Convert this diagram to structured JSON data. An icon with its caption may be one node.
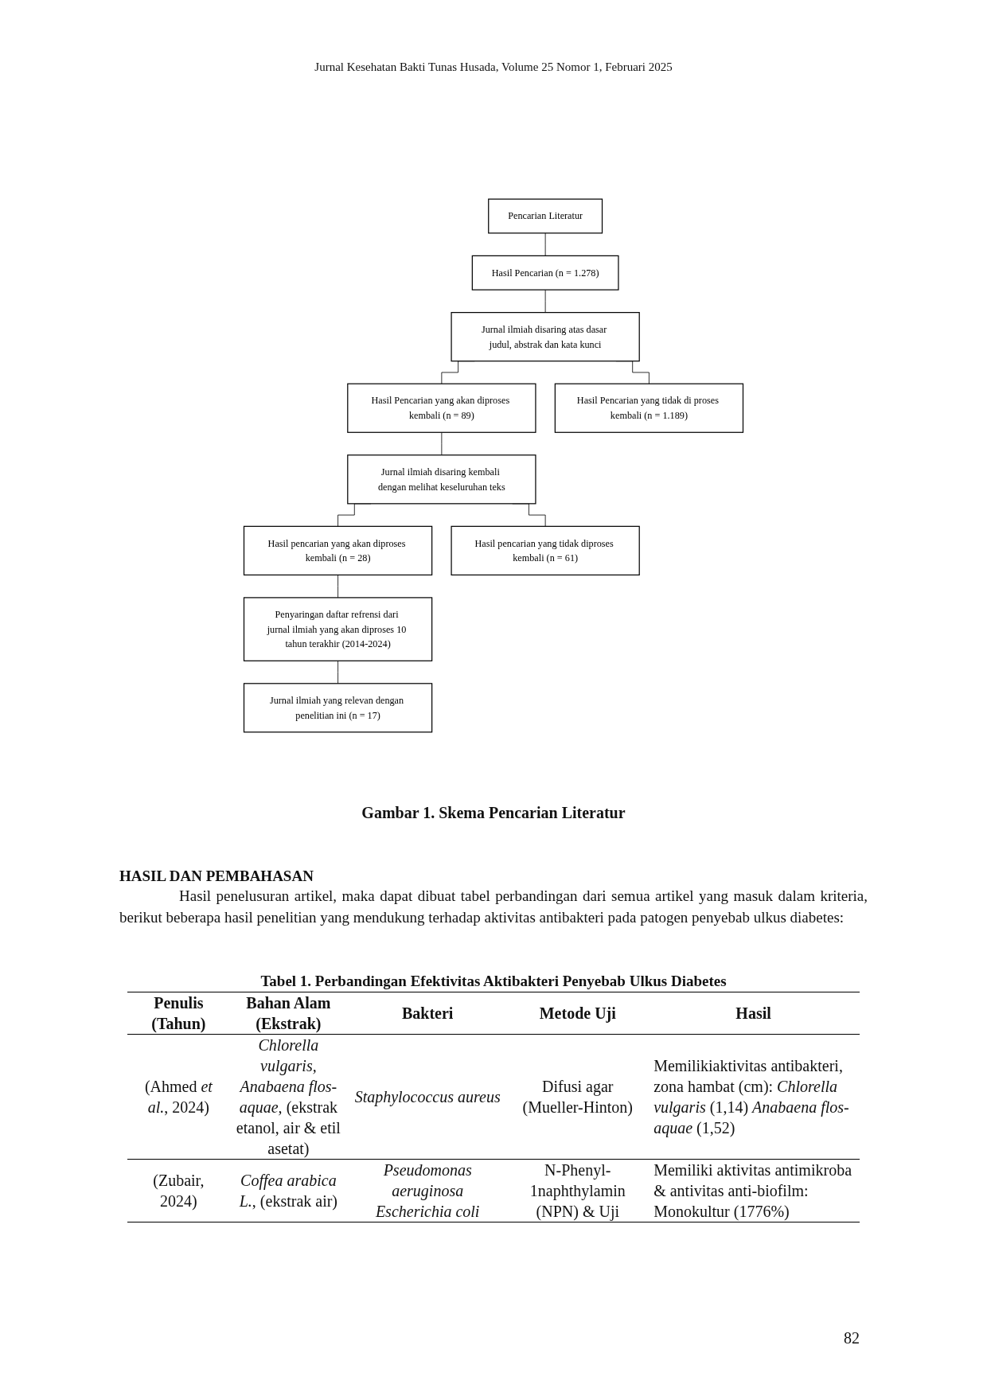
{
  "diagram": {
    "caption": "Gambar 1. Skema Pencarian Literatur",
    "nodes": [
      {
        "text": [
          "Pencarian Literatur"
        ]
      },
      {
        "text": [
          "Hasil Pencarian (n = 1.278)"
        ]
      },
      {
        "text": [
          "Jurnal ilmiah disaring atas dasar judul, abstrak dan kata kunci"
        ]
      },
      {
        "text": [
          "Hasil Pencarian yang akan diproses kembali (n = 89)"
        ]
      },
      {
        "text": [
          "Hasil Pencarian yang tidak di proses kembali (n = 1.189)"
        ]
      },
      {
        "text": [
          "Jurnal ilmiah disaring kembali dengan melihat keseluruhan teks"
        ]
      },
      {
        "text": [
          "Hasil pencarian yang akan diproses kembali (n = 28)"
        ]
      },
      {
        "text": [
          "Hasil pencarian yang tidak diproses kembali (n = 61)"
        ]
      },
      {
        "text": [
          "Penyaringan daftar refrensi dari jurnal ilmiah yang akan diproses 10 tahun terakhir (2014-2024)"
        ]
      },
      {
        "text": [
          "Jurnal ilmiah yang relevan dengan penelitian ini (n = 17)"
        ]
      }
    ],
    "edges": [
      {
        "from": 0,
        "to": 1,
        "arrow": "none"
      },
      {
        "from": 1,
        "to": 2,
        "arrow": "none"
      },
      {
        "from": 2,
        "to": 3,
        "arrow": "none"
      },
      {
        "from": 2,
        "to": 4,
        "arrow": "none"
      },
      {
        "from": 3,
        "to": 5,
        "arrow": "none"
      },
      {
        "from": 5,
        "to": 6,
        "arrow": "none"
      },
      {
        "from": 5,
        "to": 7,
        "arrow": "none"
      },
      {
        "from": 6,
        "to": 8,
        "arrow": "none"
      },
      {
        "from": 8,
        "to": 9,
        "arrow": "none"
      }
    ],
    "labels": [
      "Jurnal Kesehatan Bakti Tunas Husada, Volume 25 Nomor 1, Februari 2025",
      "HASIL DAN PEMBAHASAN",
      "Hasil penelusuran artikel, maka dapat dibuat tabel perbandingan dari semua artikel yang masuk dalam kriteria, berikut beberapa hasil penelitian yang mendukung terhadap aktivitas antibakteri pada patogen penyebab ulkus diabetes:",
      "Tabel 1. Perbandingan Efektivitas Aktibakteri Penyebab Ulkus Diabetes",
      "Penulis (Tahun)",
      "Bahan Alam (Ekstrak)",
      "Bakteri",
      "Metode Uji",
      "Hasil",
      "(Ahmed *et al.*, 2024)",
      "*Chlorella vulgaris, Anabaena flos-aquae,* (ekstrak etanol, air & etil asetat)",
      "Staphylococcus aureus",
      "Difusi agar (Mueller-Hinton)",
      "Memilikiaktivitas antibakteri, zona hambat (cm): *Chlorella vulgaris* (1,14) *Anabaena flos-aquae* (1,52)",
      "(Zubair, 2024)",
      "*Coffea arabica L.*, (ekstrak air)",
      "Pseudomonas aeruginosa Escherichia coli",
      "N-Phenyl-1naphthylamin (NPN) & Uji",
      "Memiliki aktivitas antimikroba & antivitas anti-biofilm: Monokultur (1776%)",
      "82"
    ]
  }
}
